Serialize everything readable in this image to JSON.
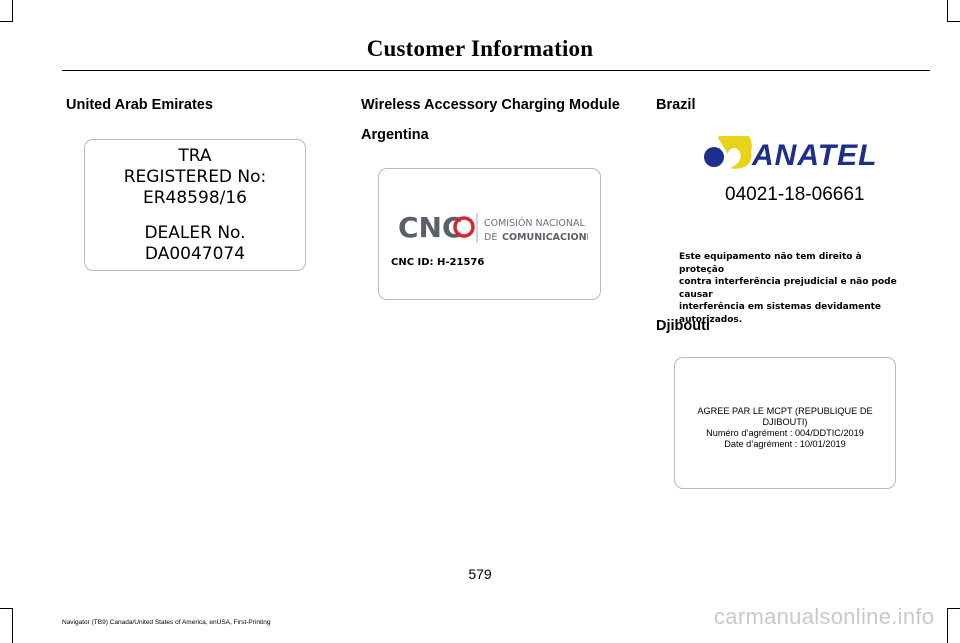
{
  "header": {
    "title": "Customer Information"
  },
  "sections": {
    "uae": {
      "heading": "United Arab Emirates",
      "label_lines": [
        "TRA",
        "REGISTERED No:",
        "ER48598/16",
        "DEALER No.",
        "DA0047074"
      ]
    },
    "wireless": {
      "heading": "Wireless Accessory Charging Module"
    },
    "argentina": {
      "heading": "Argentina",
      "logo_text": "CNC",
      "logo_sub1": "COMISIÓN NACIONAL",
      "logo_sub2_prefix": "DE",
      "logo_sub2": "COMUNICACIONES",
      "id_text": "CNC ID: H-21576"
    },
    "brazil": {
      "heading": "Brazil",
      "logo_word": "ANATEL",
      "number": "04021-18-06661",
      "note_lines": [
        "Este equipamento não tem direito à proteção",
        "contra interferência prejudicial e não pode causar",
        "interferência em sistemas devidamente autorizados."
      ]
    },
    "djibouti": {
      "heading": "Djibouti",
      "lines": [
        "AGREE PAR LE MCPT (REPUBLIQUE DE DJIBOUTI)",
        "Numéro d’agrément : 004/DDTIC/2019",
        "Date d’agrément : 10/01/2019"
      ]
    }
  },
  "footer": {
    "page_number": "579",
    "doc_info": "Navigator (TB9) Canada/United States of America, enUSA, First-Printing",
    "watermark": "carmanualsonline.info"
  },
  "colors": {
    "anatel_blue": "#1c2f8a",
    "anatel_yellow": "#e8d21a",
    "cnc_red": "#d9262e",
    "cnc_gray": "#5a5f6a"
  }
}
